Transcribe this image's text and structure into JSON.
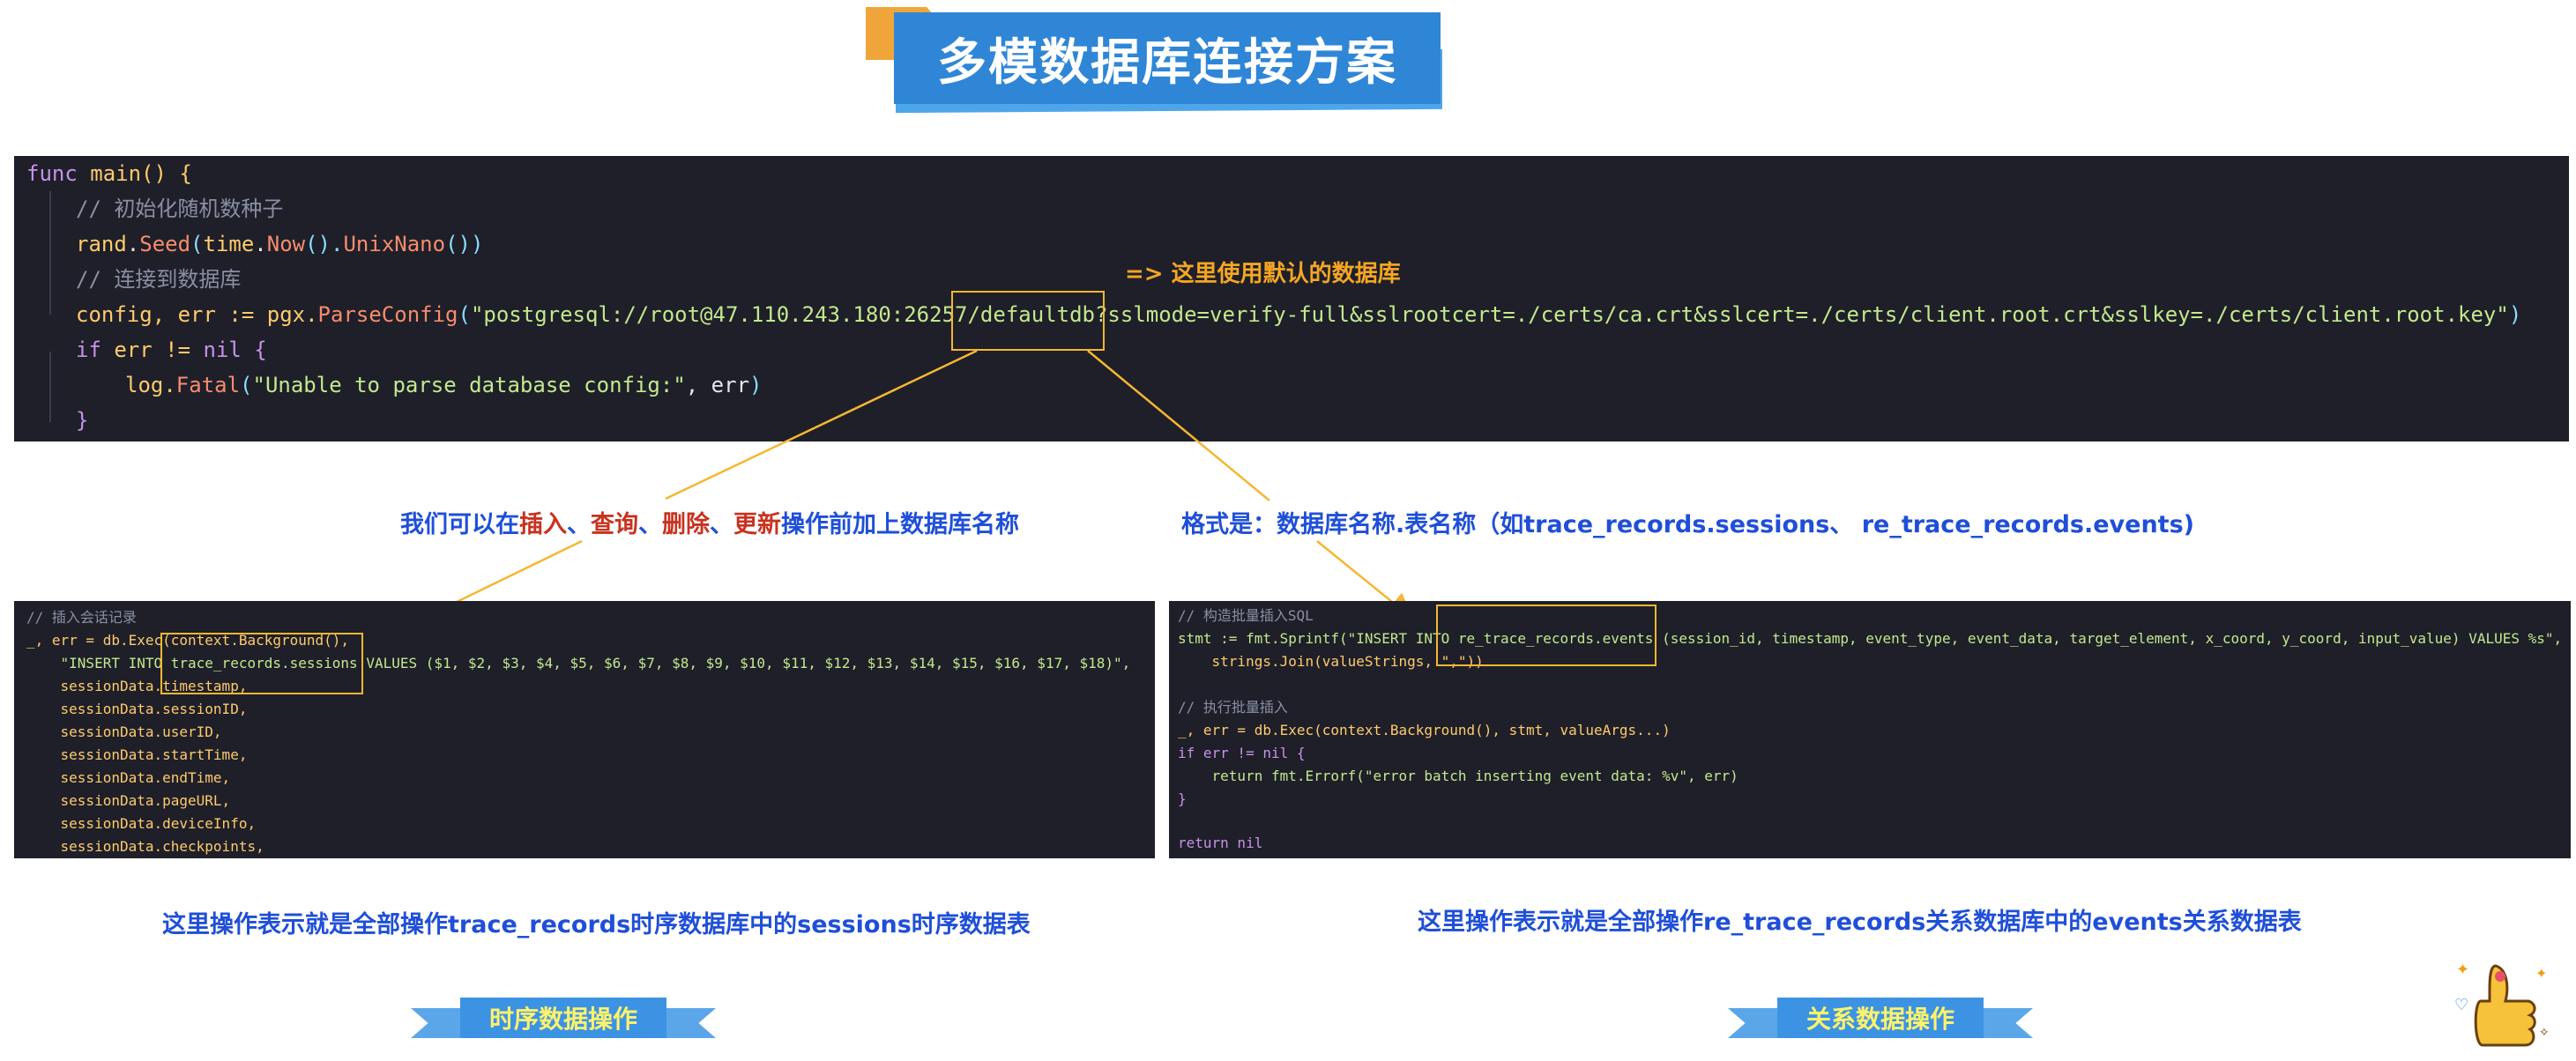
{
  "title": "多模数据库连接方案",
  "code_main": {
    "l1_kw": "func",
    "l1_fn": "main",
    "l1_rest": "() {",
    "l2": "// 初始化随机数种子",
    "l3_a": "rand",
    "l3_b": ".",
    "l3_c": "Seed",
    "l3_d": "(",
    "l3_e": "time",
    "l3_f": ".",
    "l3_g": "Now",
    "l3_h": "().",
    "l3_i": "UnixNano",
    "l3_j": "())",
    "l4": "// 连接到数据库",
    "l5_a": "config, err := pgx.",
    "l5_fn": "ParseConfig",
    "l5_p": "(",
    "l5_str": "\"postgresql://root@47.110.243.180:26257/defaultdb?sslmode=verify-full&sslrootcert=./certs/ca.crt&sslcert=./certs/client.root.crt&sslkey=./certs/client.root.key\"",
    "l5_end": ")",
    "l6_kw": "if",
    "l6_rest": " err != ",
    "l6_nil": "nil",
    "l6_brace": " {",
    "l7_a": "log.",
    "l7_fn": "Fatal",
    "l7_p": "(",
    "l7_str": "\"Unable to parse database config:\"",
    "l7_rest": ", err",
    "l7_end": ")",
    "l8": "}"
  },
  "note_default_db": "=> 这里使用默认的数据库",
  "note_left": {
    "a": "我们可以在",
    "b": "插入",
    "c": "、",
    "d": "查询",
    "e": "、",
    "f": "删除",
    "g": "、",
    "h": "更新",
    "i": "操作前加上数据库名称"
  },
  "note_right": "格式是：数据库名称.表名称（如trace_records.sessions、 re_trace_records.events)",
  "code_left": [
    "// 插入会话记录",
    "_, err = db.Exec(context.Background(),",
    "    \"INSERT INTO trace_records.sessions VALUES ($1, $2, $3, $4, $5, $6, $7, $8, $9, $10, $11, $12, $13, $14, $15, $16, $17, $18)\",",
    "    sessionData.timestamp,",
    "    sessionData.sessionID,",
    "    sessionData.userID,",
    "    sessionData.startTime,",
    "    sessionData.endTime,",
    "    sessionData.pageURL,",
    "    sessionData.deviceInfo,",
    "    sessionData.checkpoints,"
  ],
  "code_right": [
    "// 构造批量插入SQL",
    "stmt := fmt.Sprintf(\"INSERT INTO re_trace_records.events (session_id, timestamp, event_type, event_data, target_element, x_coord, y_coord, input_value) VALUES %s\",",
    "    strings.Join(valueStrings, \",\"))",
    "",
    "// 执行批量插入",
    "_, err = db.Exec(context.Background(), stmt, valueArgs...)",
    "if err != nil {",
    "    return fmt.Errorf(\"error batch inserting event data: %v\", err)",
    "}",
    "",
    "return nil"
  ],
  "caption_left": "这里操作表示就是全部操作trace_records时序数据库中的sessions时序数据表",
  "caption_right": "这里操作表示就是全部操作re_trace_records关系数据库中的events关系数据表",
  "ribbon_left": "时序数据操作",
  "ribbon_right": "关系数据操作",
  "colors": {
    "accent_blue": "#2f86d6",
    "annotation_blue": "#1f4fd8",
    "highlight": "#f5b731",
    "code_bg": "#1e1f29"
  }
}
